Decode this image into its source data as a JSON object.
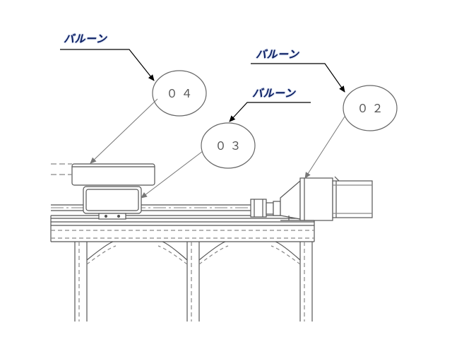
{
  "callouts": [
    {
      "id": "04",
      "label": "バルーン"
    },
    {
      "id": "02",
      "label": "バルーン"
    },
    {
      "id": "03",
      "label": "バルーン"
    }
  ],
  "balloons": [
    {
      "id": "04",
      "text": "０ ４"
    },
    {
      "id": "03",
      "text": "０ ３"
    },
    {
      "id": "02",
      "text": "０ ２"
    }
  ],
  "colors": {
    "callout_text": "#0c1f63",
    "drawing_line": "#555555",
    "leader_arrow": "#000000"
  }
}
